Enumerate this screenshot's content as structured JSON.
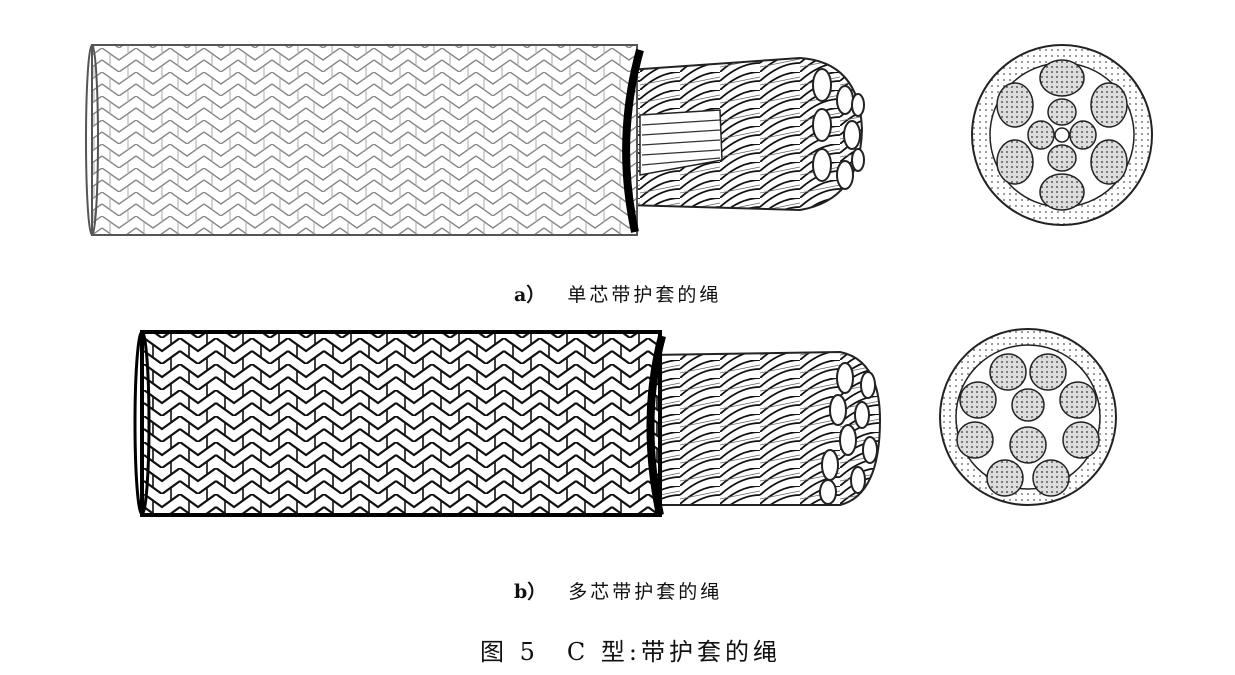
{
  "captions": {
    "a_label": "a）",
    "a_text": "单芯带护套的绳",
    "b_label": "b）",
    "b_text": "多芯带护套的绳"
  },
  "figure_title": "图 5　C 型:带护套的绳"
}
